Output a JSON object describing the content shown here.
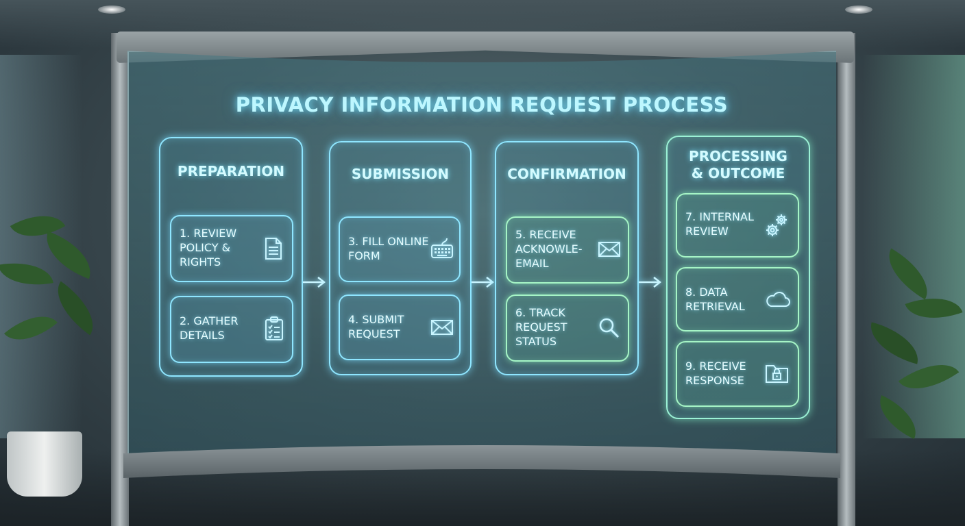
{
  "title": "PRIVACY INFORMATION REQUEST PROCESS",
  "stages": [
    {
      "title": "PREPARATION",
      "steps": [
        {
          "label": "1. REVIEW\n    POLICY &\n    RIGHTS",
          "icon": "document-icon"
        },
        {
          "label": "2. GATHER\n    DETAILS",
          "icon": "clipboard-checklist-icon"
        }
      ]
    },
    {
      "title": "SUBMISSION",
      "steps": [
        {
          "label": "3. FILL ONLINE\n    FORM",
          "icon": "keyboard-icon"
        },
        {
          "label": "4. SUBMIT\n    REQUEST",
          "icon": "envelope-icon"
        }
      ]
    },
    {
      "title": "CONFIRMATION",
      "steps": [
        {
          "label": "5. RECEIVE\n    ACKNOWLE-\n    EMAIL",
          "icon": "envelope-icon"
        },
        {
          "label": "6. TRACK\n    REQUEST\n    STATUS",
          "icon": "magnifier-icon"
        }
      ]
    },
    {
      "title": "PROCESSING\n& OUTCOME",
      "steps": [
        {
          "label": "7. INTERNAL\n    REVIEW",
          "icon": "gears-icon"
        },
        {
          "label": "8. DATA\n    RETRIEVAL",
          "icon": "cloud-icon"
        },
        {
          "label": "9. RECEIVE\n    RESPONSE",
          "icon": "locked-folder-icon"
        }
      ]
    }
  ],
  "colors": {
    "cyan_glow": "#8fe6ff",
    "green_glow": "#a6f5c6",
    "title_text": "#bdf7ff"
  }
}
